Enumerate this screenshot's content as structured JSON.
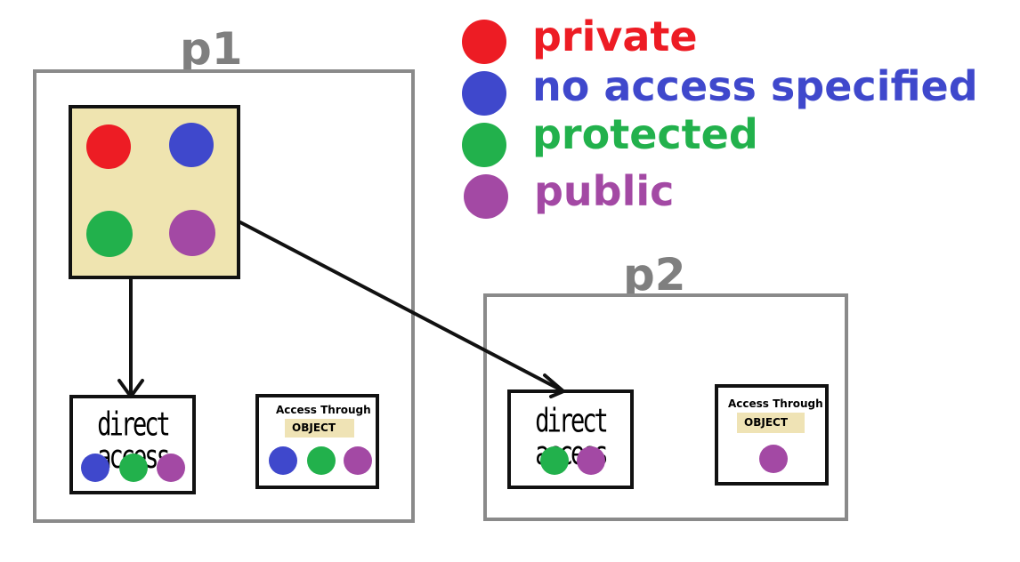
{
  "colors": {
    "private": "#ed1c24",
    "no_access": "#3f48cc",
    "protected": "#22b14c",
    "public": "#a349a4",
    "class_fill": "#efe4b0",
    "package_border": "#8a8a8a"
  },
  "legend": [
    {
      "label": "private",
      "color": "#ed1c24"
    },
    {
      "label": "no access specified",
      "color": "#3f48cc"
    },
    {
      "label": "protected",
      "color": "#22b14c"
    },
    {
      "label": "public",
      "color": "#a349a4"
    }
  ],
  "packages": {
    "p1": {
      "title": "p1"
    },
    "p2": {
      "title": "p2"
    }
  },
  "labels": {
    "direct_access": "direct access",
    "access_through": "Access Through",
    "object": "OBJECT"
  }
}
